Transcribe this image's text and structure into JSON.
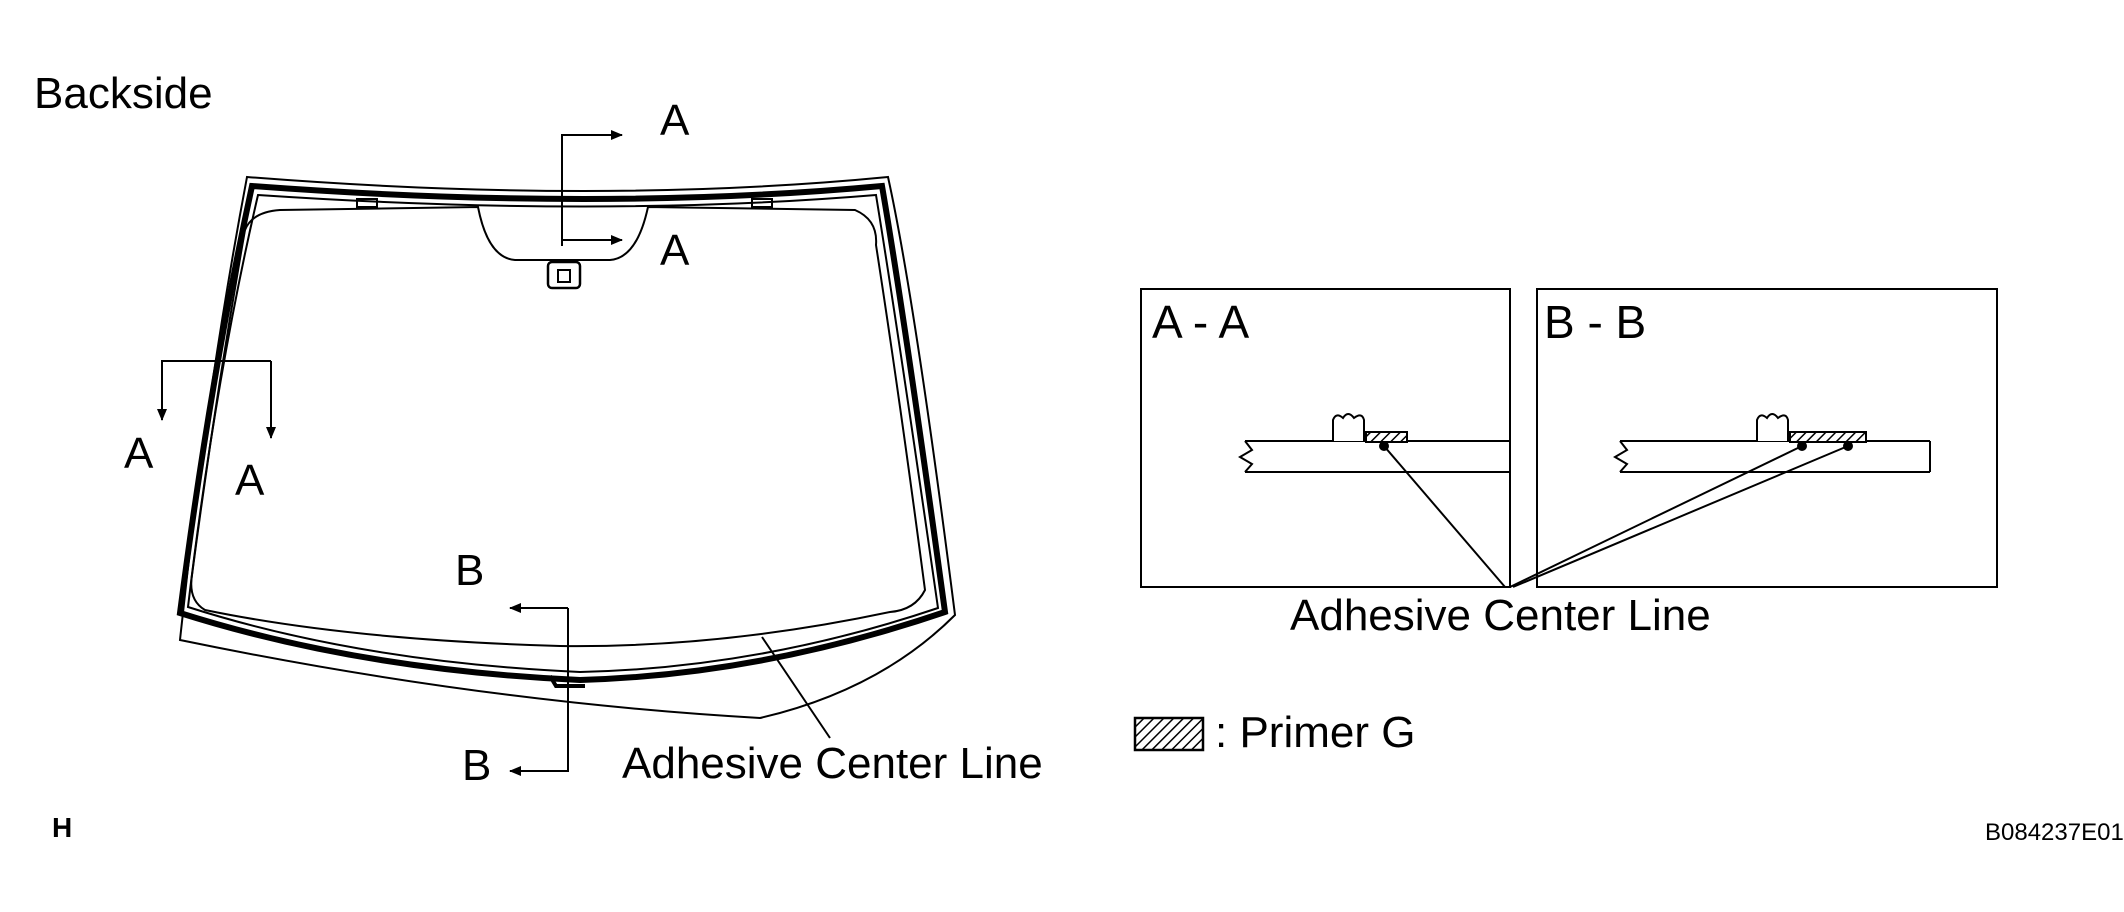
{
  "labels": {
    "backside": "Backside",
    "section_a_top_1": "A",
    "section_a_top_2": "A",
    "section_a_left_1": "A",
    "section_a_left_2": "A",
    "section_b_top": "B",
    "section_b_bottom": "B",
    "adhesive_center_line_main": "Adhesive Center Line",
    "adhesive_center_line_detail": "Adhesive Center Line",
    "primer_legend": ": Primer G",
    "corner_letter": "H",
    "figure_code": "B084237E01"
  },
  "detail_views": [
    {
      "title": "A - A"
    },
    {
      "title": "B - B"
    }
  ],
  "colors": {
    "line": "#000000",
    "background": "#ffffff"
  }
}
